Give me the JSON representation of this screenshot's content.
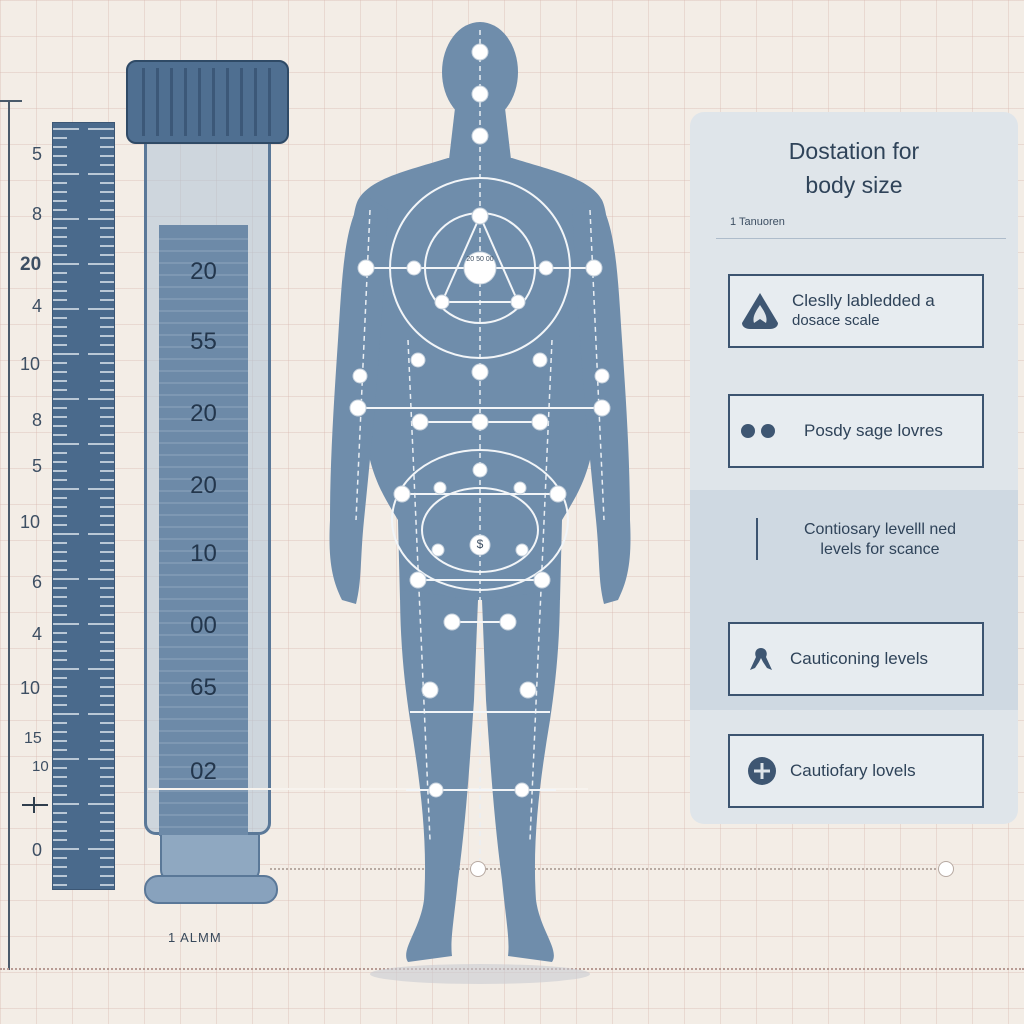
{
  "axis": {
    "labels": [
      "5",
      "8",
      "20",
      "4",
      "10",
      "8",
      "5",
      "10",
      "6",
      "4",
      "10",
      "15",
      "10",
      "0"
    ]
  },
  "tube": {
    "numbers": [
      "20",
      "55",
      "20",
      "20",
      "10",
      "00",
      "65",
      "02"
    ],
    "footer_label": "1 ALMM"
  },
  "figure": {
    "chest_marker": "20 50 00",
    "pelvis_marker": "$"
  },
  "panel": {
    "title_line1": "Dostation for",
    "title_line2": "body size",
    "subtitle": "1 Tanuoren",
    "cards": [
      {
        "icon": "warning-shield-icon",
        "line1": "Cleslly labledded a",
        "line2": "dosace scale"
      },
      {
        "icon": "dots-icon",
        "line1": "Posdy sage lovres",
        "line2": ""
      },
      {
        "icon": "ribbon-icon",
        "line1": "Cauticoning levels",
        "line2": ""
      },
      {
        "icon": "plus-circle-icon",
        "line1": "Cautiofary lovels",
        "line2": ""
      }
    ],
    "band_text_line1": "Contiosary levelll ned",
    "band_text_line2": "levels for scance"
  },
  "colors": {
    "background": "#f3ede6",
    "figure": "#6f8dab",
    "ruler": "#4a6a8c",
    "panel": "#dfe5ea",
    "ink": "#2f4359"
  }
}
